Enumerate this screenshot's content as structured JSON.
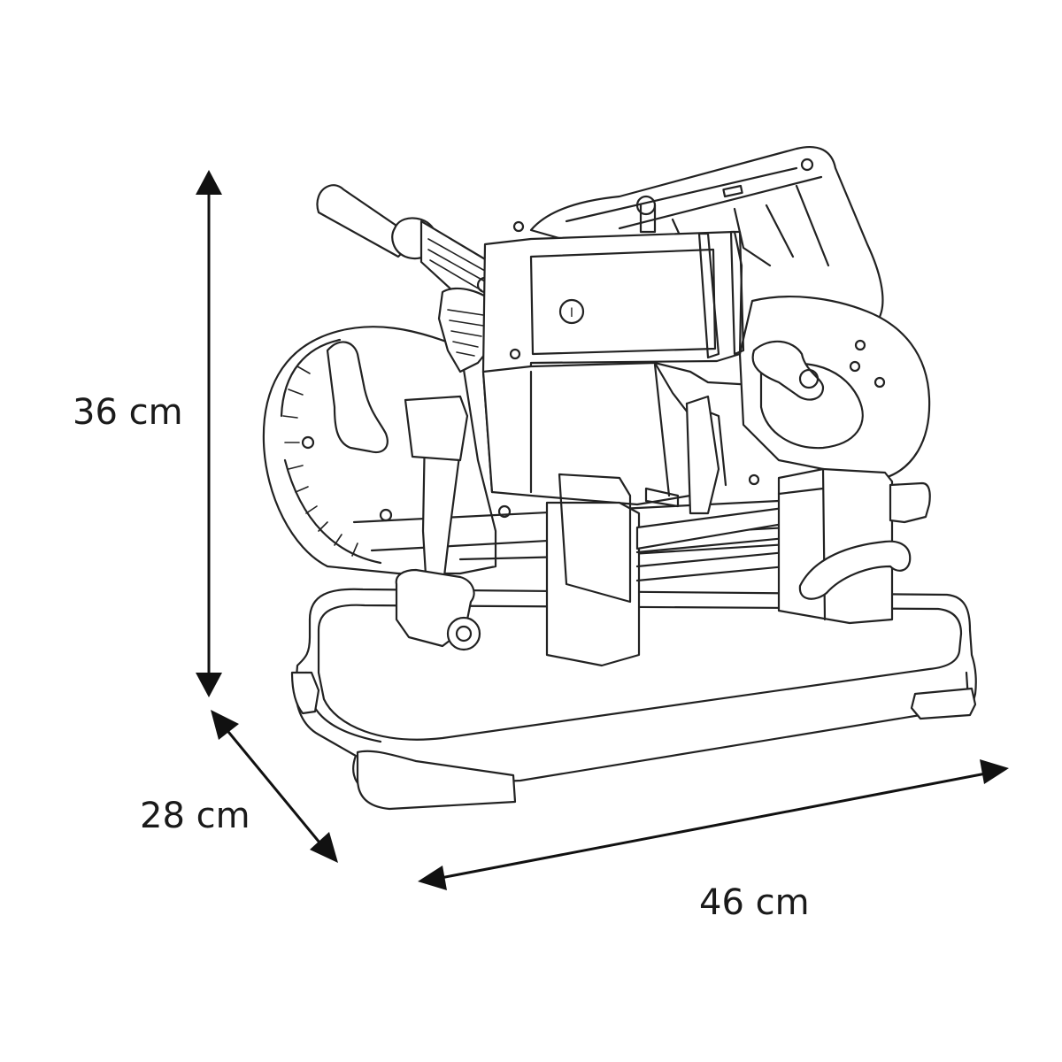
{
  "dimensions": {
    "height": "36 cm",
    "depth": "28 cm",
    "width": "46 cm"
  },
  "drawing": {
    "switch_symbol": "I"
  },
  "colors": {
    "line": "#222222",
    "background": "#ffffff"
  }
}
